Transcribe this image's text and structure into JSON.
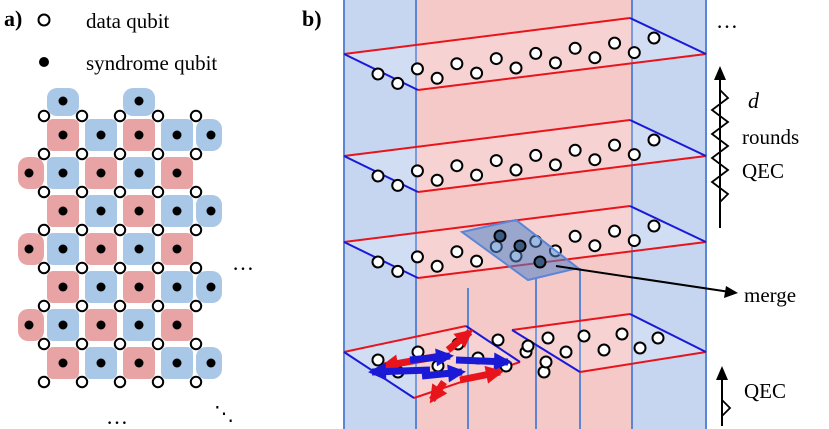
{
  "panel_a": {
    "label": "a)",
    "legend": {
      "data_qubit": "data qubit",
      "syndrome_qubit": "syndrome qubit"
    },
    "ellipsis_right": "…",
    "ellipsis_bottom": "…",
    "ellipsis_diag": "⋱"
  },
  "panel_b": {
    "label": "b)",
    "ellipsis_top": "…",
    "rounds_d": "d",
    "rounds_text": "rounds",
    "qec_text": "QEC",
    "merge_text": "merge",
    "qec_bottom_text": "QEC"
  },
  "colors": {
    "red_face": "#e8a4a4",
    "blue_face": "#a9c7e6",
    "red_edge": "#e8141c",
    "blue_edge": "#1a1ad6",
    "bg_blue": "#c6d6f0",
    "bg_pink": "#f6c9c9",
    "column_line": "#5b86d6"
  }
}
